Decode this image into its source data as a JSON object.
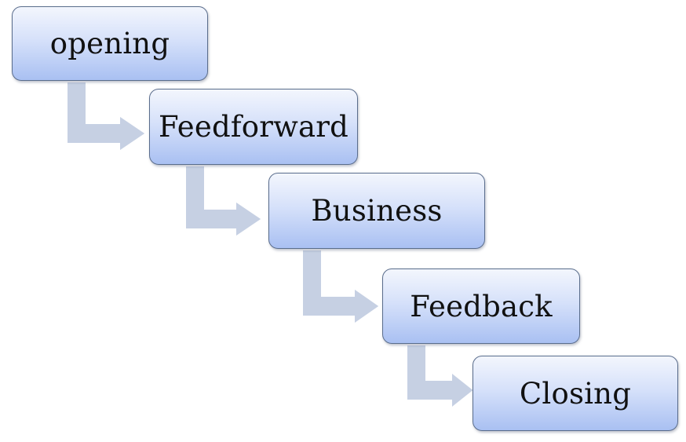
{
  "diagram": {
    "steps": [
      {
        "label": "opening"
      },
      {
        "label": "Feedforward"
      },
      {
        "label": "Business"
      },
      {
        "label": "Feedback"
      },
      {
        "label": "Closing"
      }
    ],
    "colors": {
      "box_top": "#f3f6fd",
      "box_bottom": "#a9c0f2",
      "box_border": "#5a6d8c",
      "arrow_fill": "#c6d0e3",
      "text": "#111111"
    }
  }
}
